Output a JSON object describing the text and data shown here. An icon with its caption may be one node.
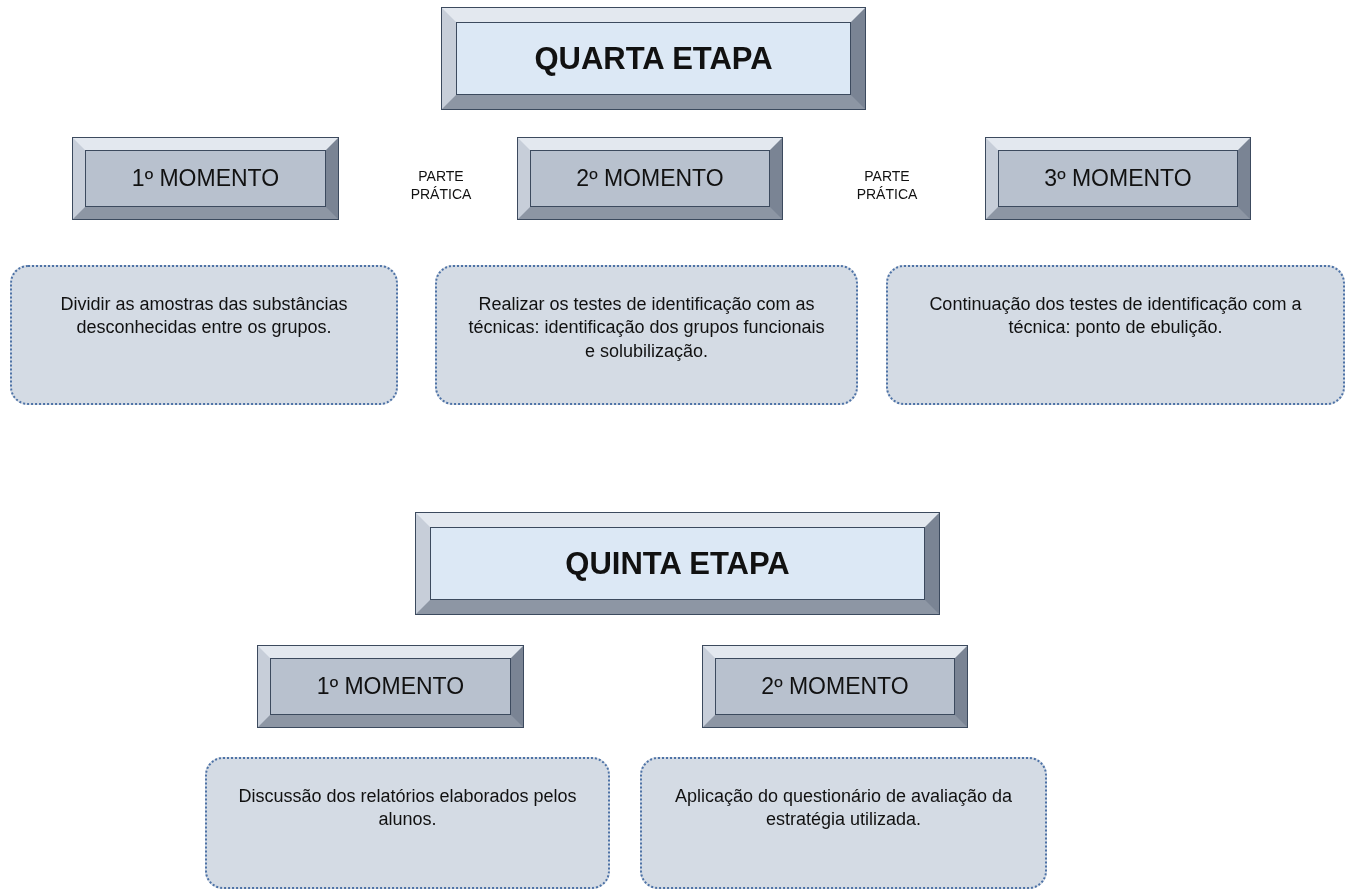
{
  "diagram": {
    "nodes": [
      {
        "text": [
          "QUARTA ETAPA"
        ]
      },
      {
        "text": [
          "1º MOMENTO"
        ]
      },
      {
        "text": [
          "2º MOMENTO"
        ]
      },
      {
        "text": [
          "3º MOMENTO"
        ]
      },
      {
        "text": [
          "Dividir as amostras das substâncias desconhecidas entre os grupos."
        ]
      },
      {
        "text": [
          "Realizar os testes de identificação com as técnicas: identificação dos grupos funcionais e solubilização."
        ]
      },
      {
        "text": [
          "Continuação dos testes de identificação com a técnica: ponto de ebulição."
        ]
      },
      {
        "text": [
          "QUINTA ETAPA"
        ]
      },
      {
        "text": [
          "1º MOMENTO"
        ]
      },
      {
        "text": [
          "2º MOMENTO"
        ]
      },
      {
        "text": [
          "Discussão dos relatórios elaborados pelos alunos."
        ]
      },
      {
        "text": [
          "Aplicação do questionário de avaliação da estratégia utilizada."
        ]
      }
    ],
    "labels": [
      "PARTE PRÁTICA",
      "PARTE PRÁTICA"
    ]
  }
}
